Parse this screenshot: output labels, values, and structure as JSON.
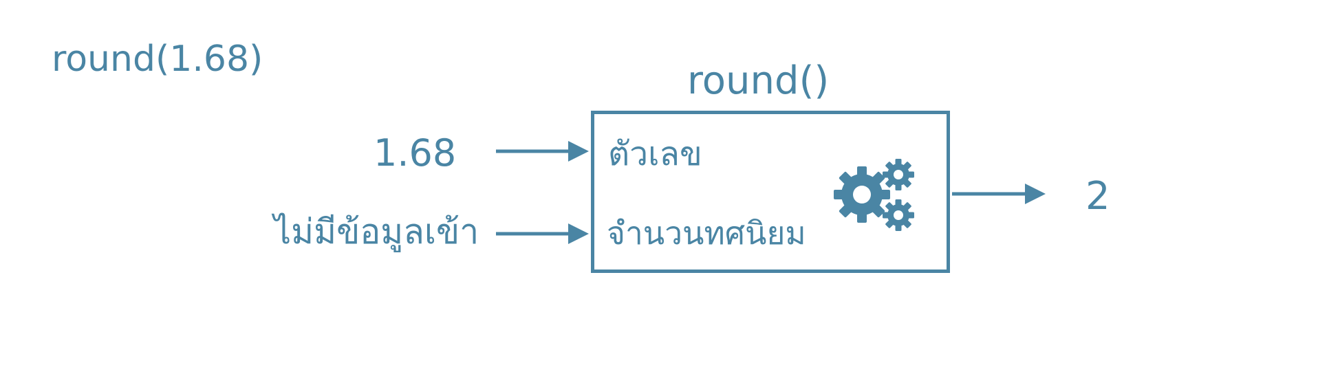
{
  "expression": "round(1.68)",
  "function": {
    "name": "round()",
    "parameters": [
      "ตัวเลข",
      "จำนวนทศนิยม"
    ],
    "icon": "gears-icon"
  },
  "inputs": [
    "1.68",
    "ไม่มีข้อมูลเข้า"
  ],
  "output": "2",
  "colors": {
    "primary": "#4a85a4",
    "background": "#ffffff"
  }
}
